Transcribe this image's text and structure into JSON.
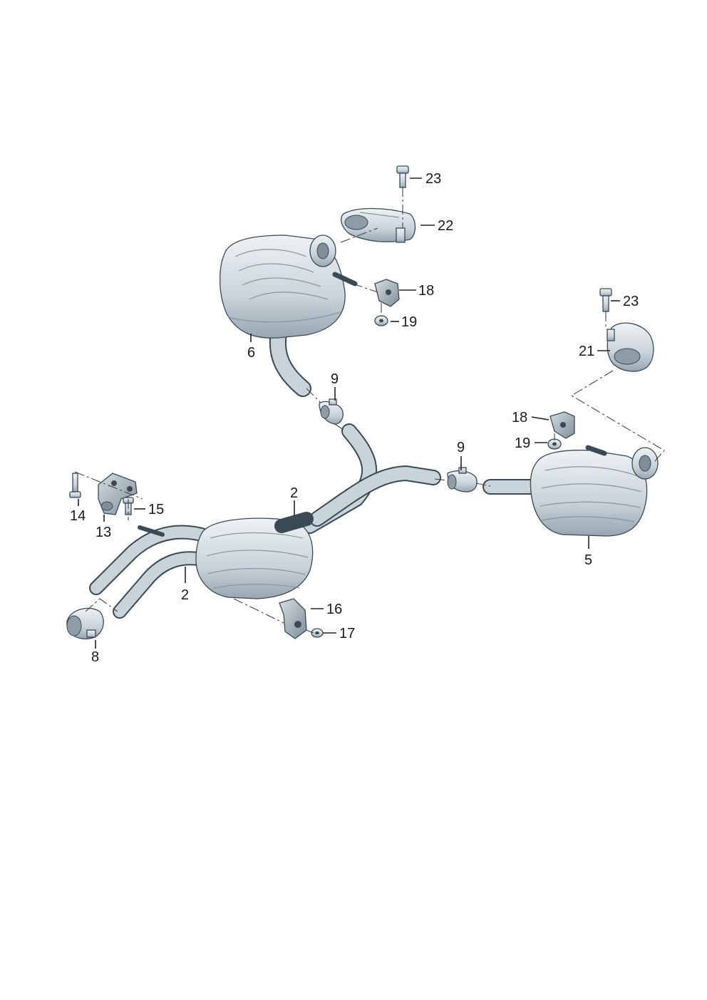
{
  "callouts": [
    {
      "key": "23a",
      "text": "23"
    },
    {
      "key": "22",
      "text": "22"
    },
    {
      "key": "18a",
      "text": "18"
    },
    {
      "key": "19a",
      "text": "19"
    },
    {
      "key": "6",
      "text": "6"
    },
    {
      "key": "9a",
      "text": "9"
    },
    {
      "key": "23b",
      "text": "23"
    },
    {
      "key": "21",
      "text": "21"
    },
    {
      "key": "18b",
      "text": "18"
    },
    {
      "key": "19b",
      "text": "19"
    },
    {
      "key": "9b",
      "text": "9"
    },
    {
      "key": "5",
      "text": "5"
    },
    {
      "key": "2a",
      "text": "2"
    },
    {
      "key": "14",
      "text": "14"
    },
    {
      "key": "15",
      "text": "15"
    },
    {
      "key": "13",
      "text": "13"
    },
    {
      "key": "2b",
      "text": "2"
    },
    {
      "key": "16",
      "text": "16"
    },
    {
      "key": "17",
      "text": "17"
    },
    {
      "key": "8",
      "text": "8"
    }
  ],
  "colors": {
    "steel_light": "#e9eef1",
    "steel_mid": "#c4ced5",
    "steel_dark": "#8e9ca6",
    "outline": "#3a4a55"
  }
}
